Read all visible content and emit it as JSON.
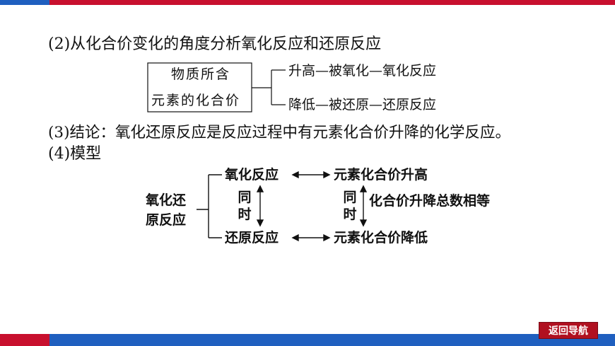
{
  "section2": {
    "heading": "(2)从化合价变化的角度分析氧化反应和还原反应",
    "box_line1": "物质所含",
    "box_line2": "元素的化合价",
    "branch_up": "升高—被氧化—氧化反应",
    "branch_down": "降低—被还原—还原反应"
  },
  "section3": {
    "conclusion": "(3)结论：氧化还原反应是反应过程中有元素化合价升降的化学反应。"
  },
  "section4": {
    "heading": "(4)模型",
    "root_line1": "氧化还",
    "root_line2": "原反应",
    "oxidation": "氧化反应",
    "reduction": "还原反应",
    "valence_up": "元素化合价升高",
    "valence_down": "元素化合价降低",
    "simul_left_1": "同",
    "simul_left_2": "时",
    "simul_right_1": "同",
    "simul_right_2": "时",
    "equal_note": "化合价升降总数相等"
  },
  "nav": {
    "back_label": "返回导航"
  },
  "colors": {
    "top_red": "#c8102e",
    "blue": "#1f5fbf",
    "button": "#b01020"
  }
}
